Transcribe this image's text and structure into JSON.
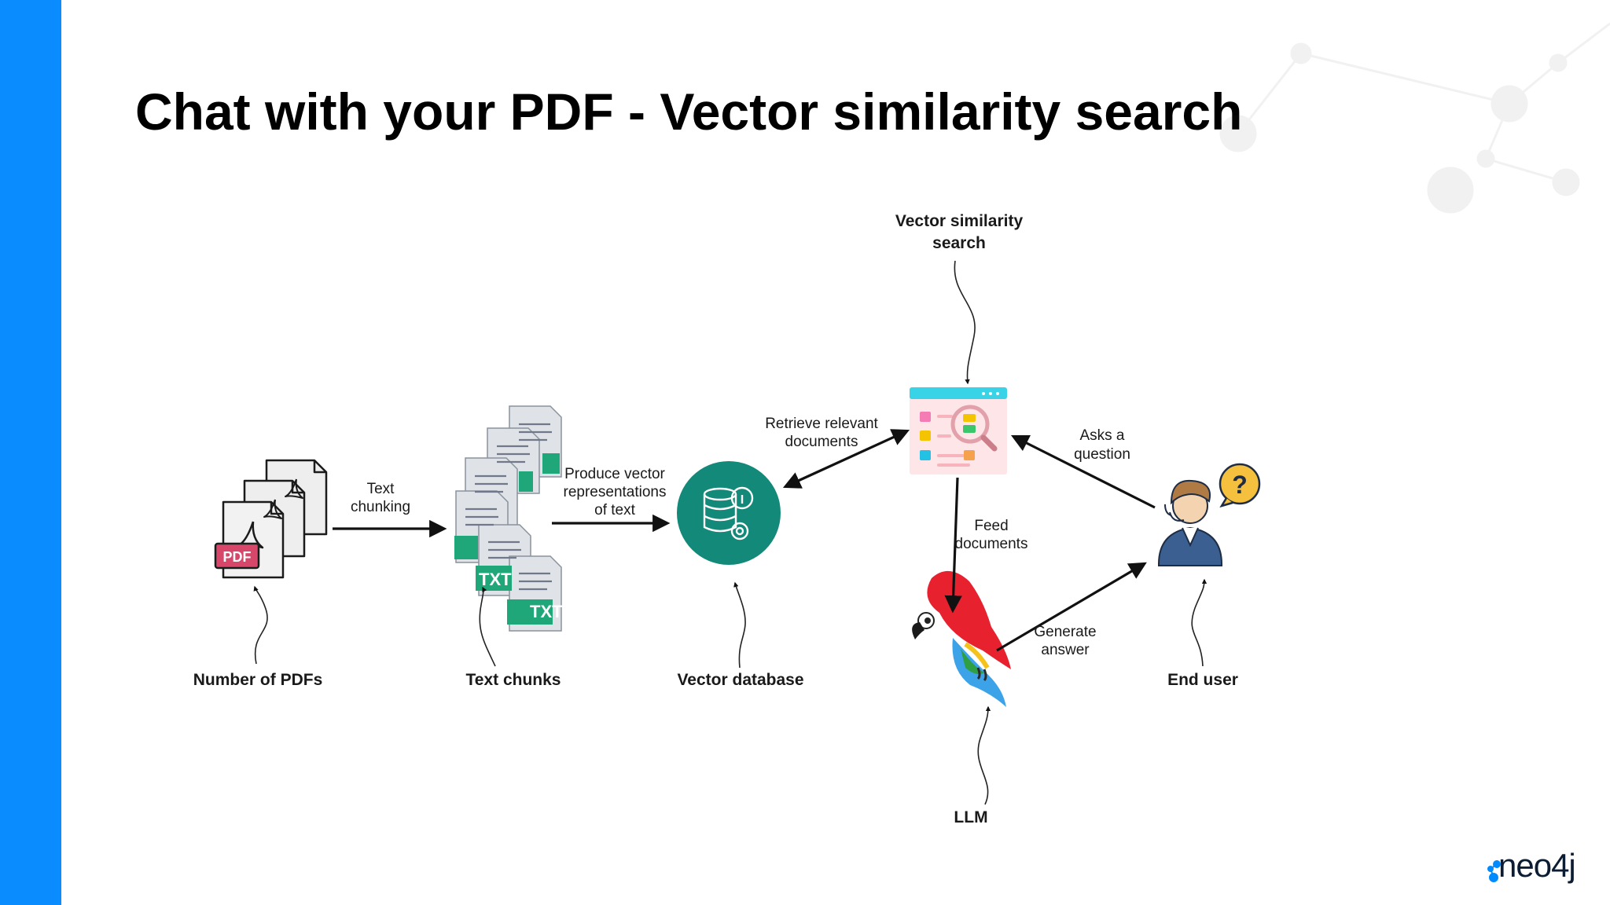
{
  "slide": {
    "title": "Chat with your PDF - Vector similarity search",
    "accent_color": "#0a8cff"
  },
  "diagram": {
    "nodes": {
      "pdfs": {
        "label": "Number of PDFs",
        "tag": "PDF",
        "icon": "pdf-stack-icon"
      },
      "chunks": {
        "label": "Text chunks",
        "tag": "TXT",
        "icon": "txt-documents-icon"
      },
      "vector_db": {
        "label": "Vector database",
        "icon": "database-icon",
        "color": "#13897a"
      },
      "similarity": {
        "label_line1": "Vector similarity",
        "label_line2": "search",
        "icon": "search-window-icon"
      },
      "llm": {
        "label": "LLM",
        "icon": "parrot-icon"
      },
      "user": {
        "label": "End user",
        "icon": "user-question-icon"
      }
    },
    "edges": {
      "chunking": {
        "line1": "Text",
        "line2": "chunking"
      },
      "embed": {
        "line1": "Produce vector",
        "line2": "representations",
        "line3": "of text"
      },
      "retrieve": {
        "line1": "Retrieve relevant",
        "line2": "documents"
      },
      "ask": {
        "line1": "Asks a",
        "line2": "question"
      },
      "feed": {
        "line1": "Feed",
        "line2": "documents"
      },
      "generate": {
        "line1": "Generate",
        "line2": "answer"
      }
    }
  },
  "branding": {
    "logo_text": "neo4j"
  }
}
